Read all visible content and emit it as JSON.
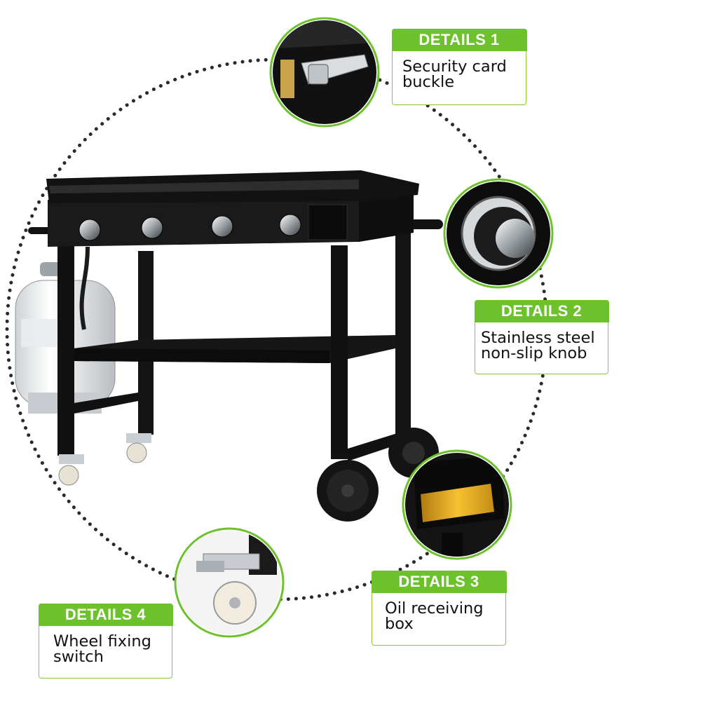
{
  "callouts": [
    {
      "heading": "DETAILS 1",
      "description": "Security card\nbuckle"
    },
    {
      "heading": "DETAILS 2",
      "description": "Stainless steel\nnon-slip knob"
    },
    {
      "heading": "DETAILS 3",
      "description": "Oil receiving\nbox"
    },
    {
      "heading": "DETAILS 4",
      "description": "Wheel fixing\nswitch"
    }
  ],
  "colors": {
    "accent_green": "#6cc12c",
    "border_green": "#8cc63f",
    "grill_black": "#111111",
    "dots": "#2a2a2a"
  },
  "icons": {
    "detail_1": "security-buckle-detail-image",
    "detail_2": "knob-detail-image",
    "detail_3": "oil-box-detail-image",
    "detail_4": "caster-wheel-detail-image",
    "product": "flat-top-griddle-grill-image"
  }
}
